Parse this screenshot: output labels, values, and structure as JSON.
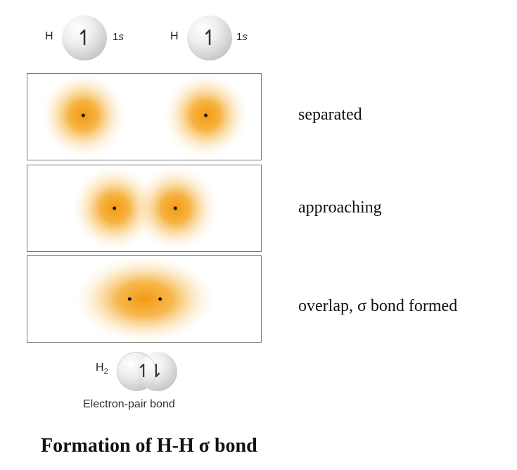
{
  "top_atoms": [
    {
      "element": "H",
      "orbital_num": "1",
      "orbital_letter": "s",
      "spin": "↿"
    },
    {
      "element": "H",
      "orbital_num": "1",
      "orbital_letter": "s",
      "spin": "↿"
    }
  ],
  "stages": [
    {
      "label": "separated"
    },
    {
      "label": "approaching"
    },
    {
      "label": "overlap, σ bond formed"
    }
  ],
  "molecule": {
    "formula_main": "H",
    "formula_sub": "2",
    "spin": "↿⇂",
    "caption": "Electron-pair bond"
  },
  "title": "Formation of H-H σ bond",
  "colors": {
    "electron_cloud": "#f2a21a",
    "nucleus": "#111111",
    "panel_border": "#7a7a7a"
  }
}
